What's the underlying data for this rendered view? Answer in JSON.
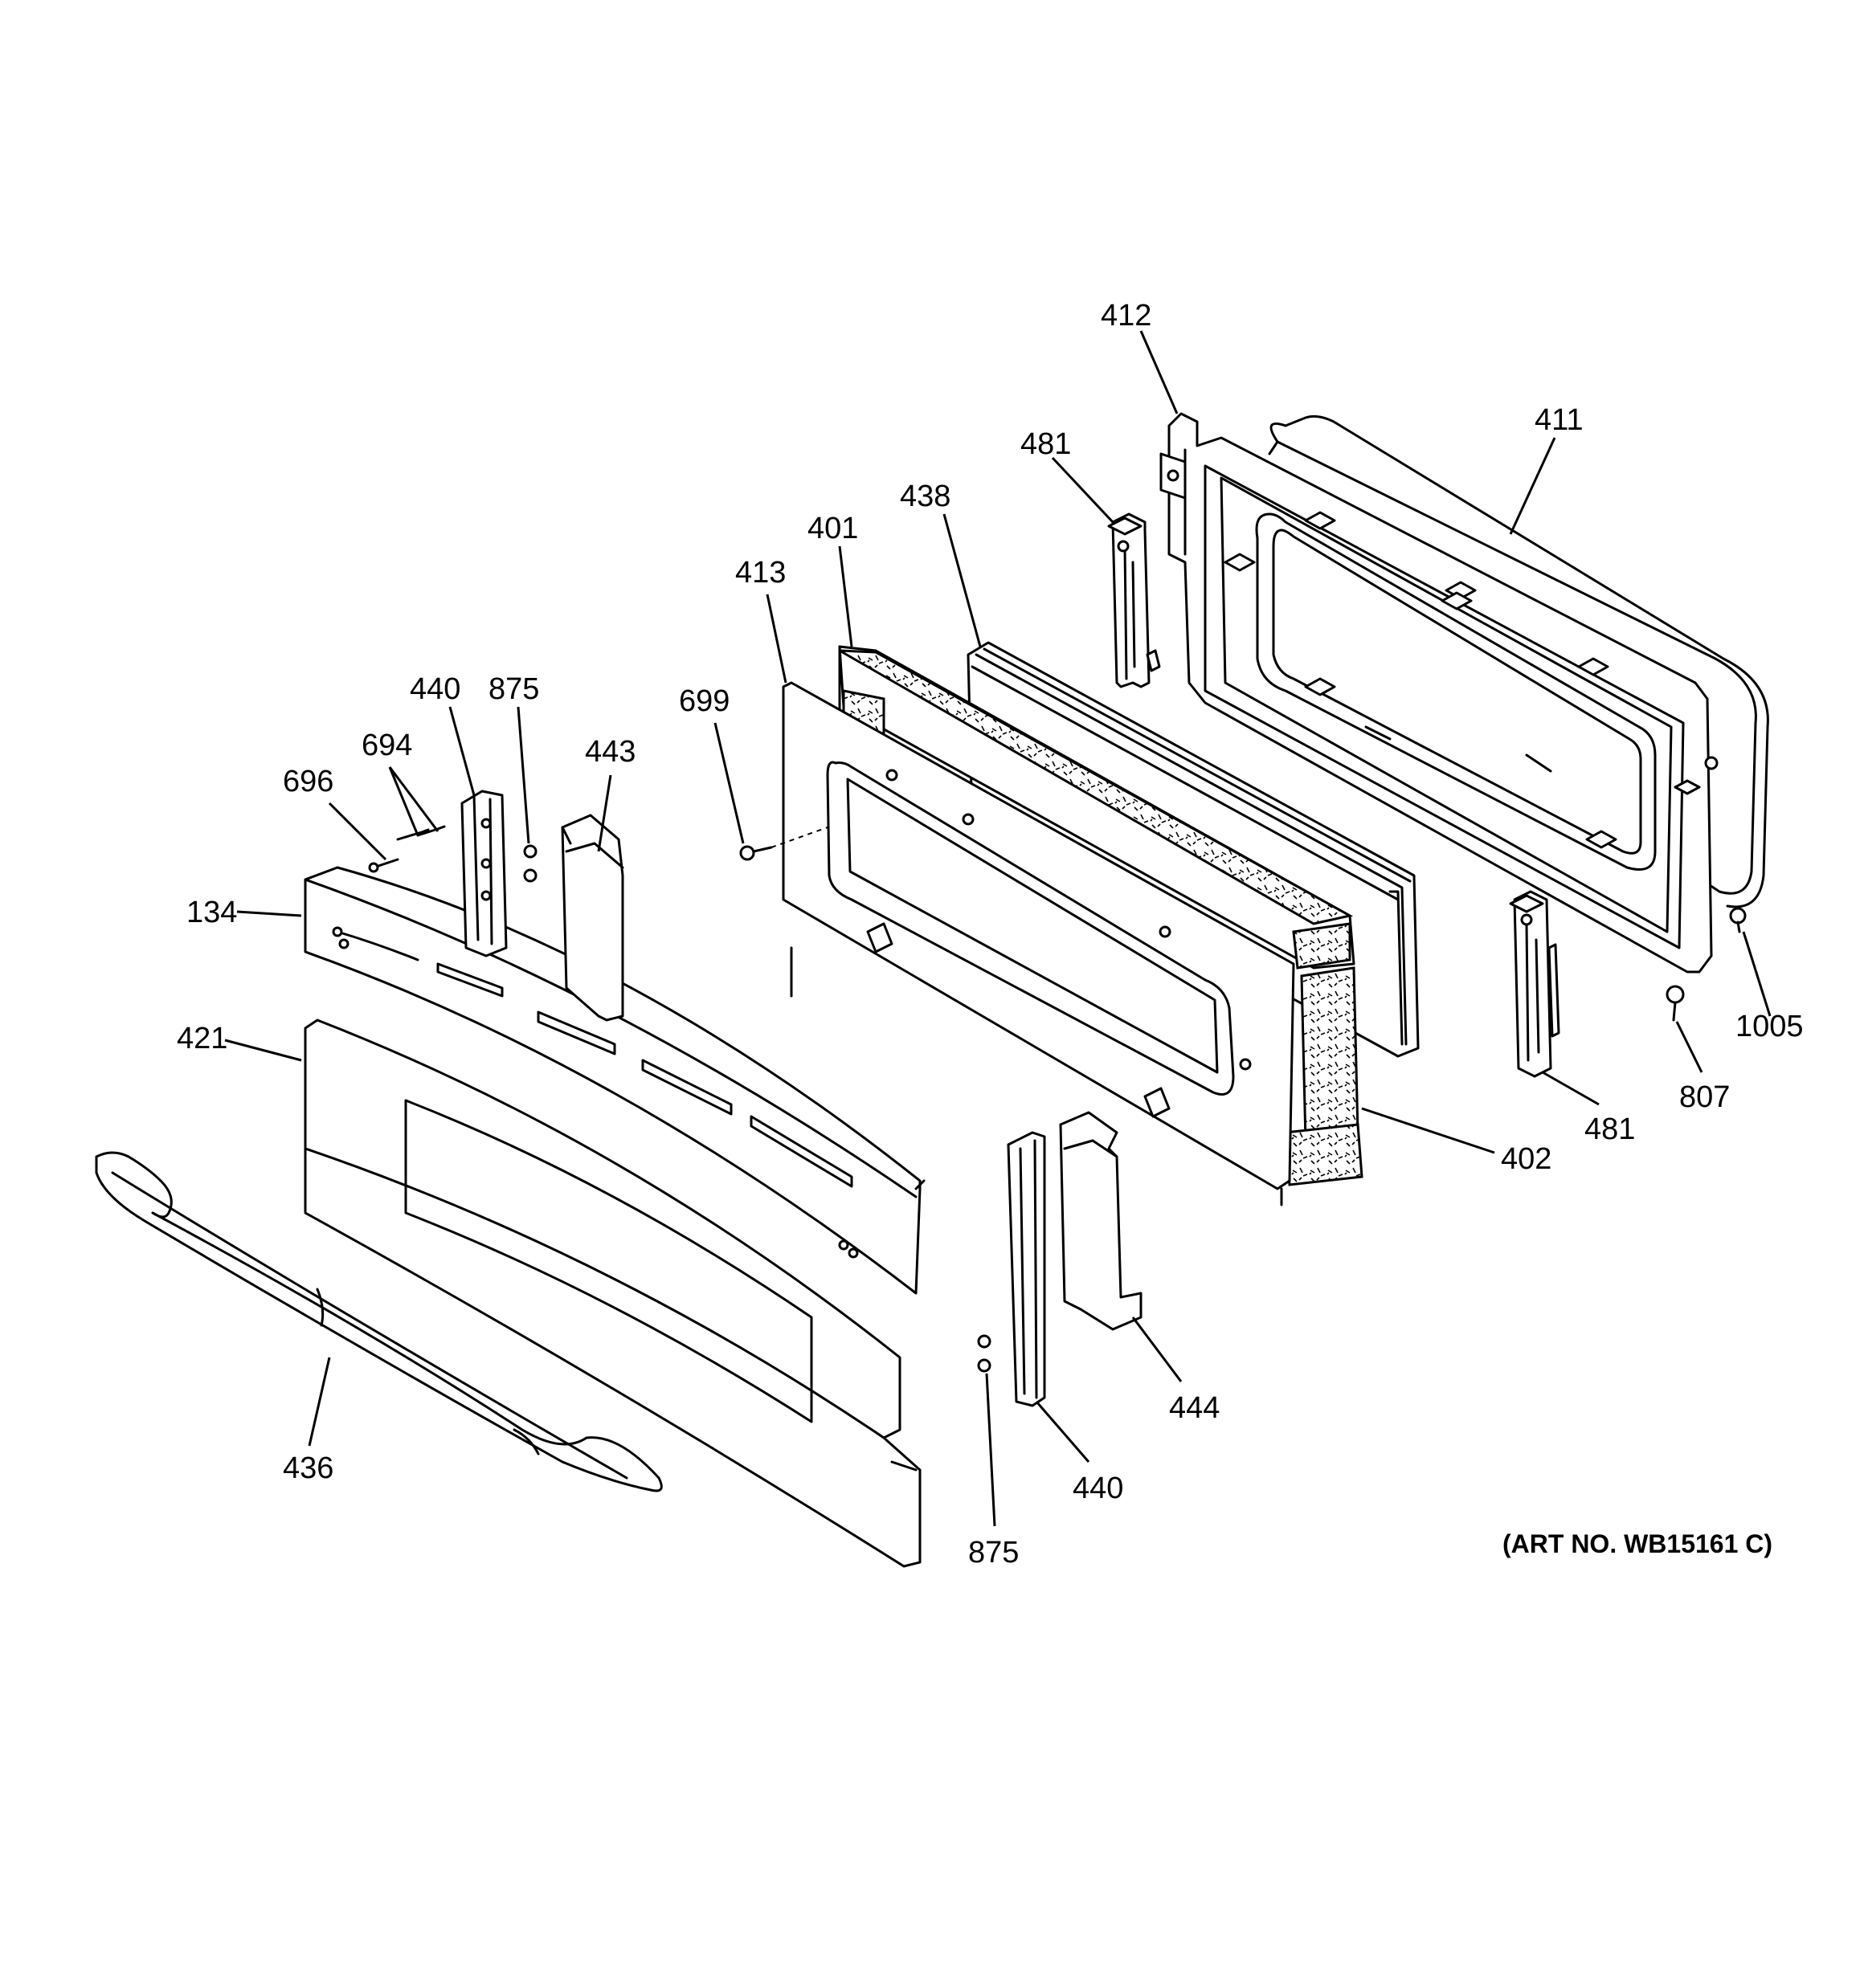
{
  "art_number": "(ART NO. WB15161 C)",
  "callouts": {
    "p412": "412",
    "p411": "411",
    "p481_top": "481",
    "p438": "438",
    "p401": "401",
    "p413": "413",
    "p699": "699",
    "p440_top": "440",
    "p875_top": "875",
    "p694": "694",
    "p696": "696",
    "p443": "443",
    "p134": "134",
    "p421": "421",
    "p436": "436",
    "p440_bottom": "440",
    "p875_bottom": "875",
    "p444": "444",
    "p402": "402",
    "p481_bottom": "481",
    "p807": "807",
    "p1005": "1005"
  }
}
